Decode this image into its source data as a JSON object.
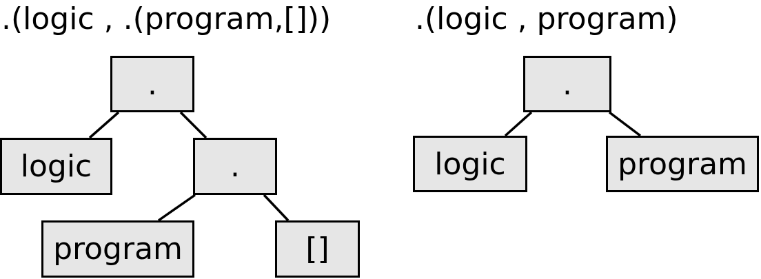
{
  "left_tree": {
    "expression": ".(logic , .(program,[]))",
    "nodes": {
      "root": ".",
      "logic": "logic",
      "inner": ".",
      "program": "program",
      "empty": "[]"
    }
  },
  "right_tree": {
    "expression": ".(logic , program)",
    "nodes": {
      "root": ".",
      "logic": "logic",
      "program": "program"
    }
  },
  "colors": {
    "node_fill": "#e6e6e6",
    "stroke": "#000000",
    "background": "#ffffff"
  }
}
